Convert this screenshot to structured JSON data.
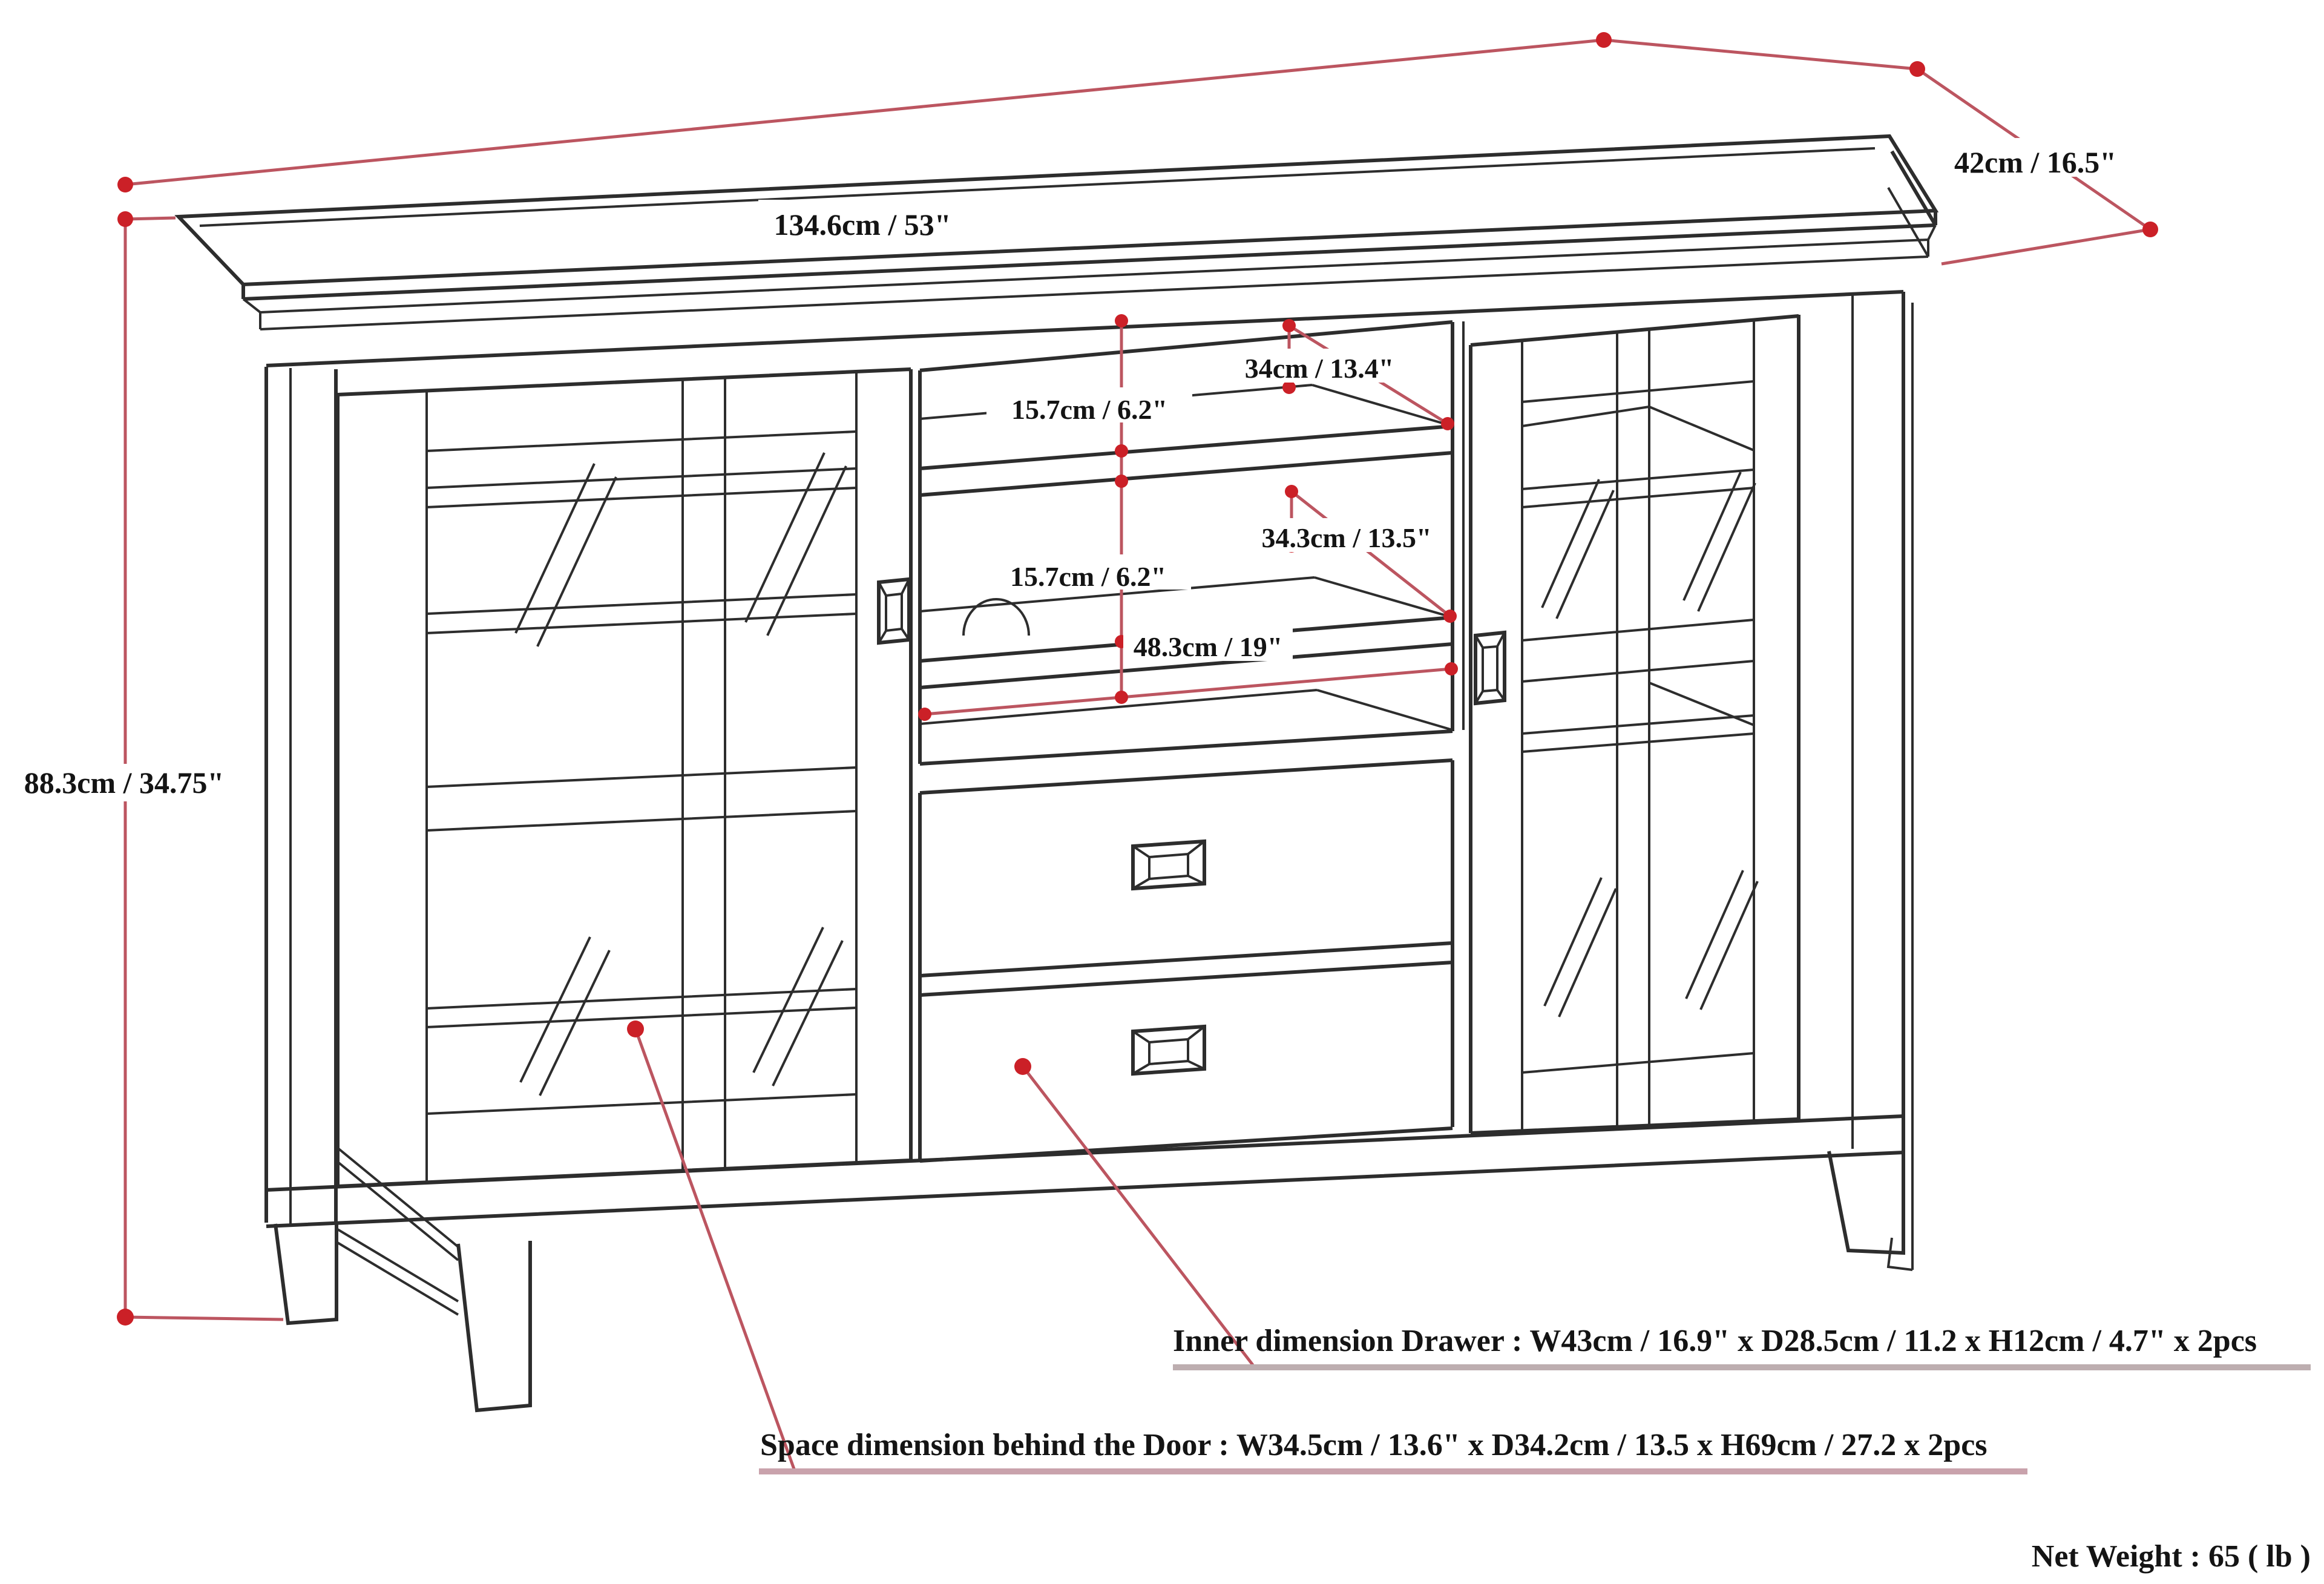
{
  "diagram": {
    "labels": {
      "width": "134.6cm / 53\"",
      "depth": "42cm / 16.5\"",
      "height": "88.3cm / 34.75\"",
      "shelf_gap_upper": "15.7cm / 6.2\"",
      "shelf_gap_lower": "15.7cm / 6.2\"",
      "shelf_depth_upper": "34cm / 13.4\"",
      "shelf_depth_lower": "34.3cm / 13.5\"",
      "opening_width": "48.3cm / 19\""
    },
    "notes": {
      "drawer_inner": "Inner dimension Drawer : W43cm / 16.9\" x D28.5cm / 11.2 x H12cm / 4.7\" x 2pcs",
      "door_space": "Space dimension behind the Door : W34.5cm / 13.6\" x D34.2cm / 13.5 x H69cm / 27.2 x 2pcs",
      "net_weight": "Net Weight : 65 ( lb )"
    },
    "colors": {
      "dimension_line": "#bc5560",
      "dimension_dot": "#cb2027",
      "drawing_line": "#2d2d2d",
      "underline_door_note": "#c9a2ac",
      "underline_drawer_note": "#bdaeb0"
    }
  }
}
